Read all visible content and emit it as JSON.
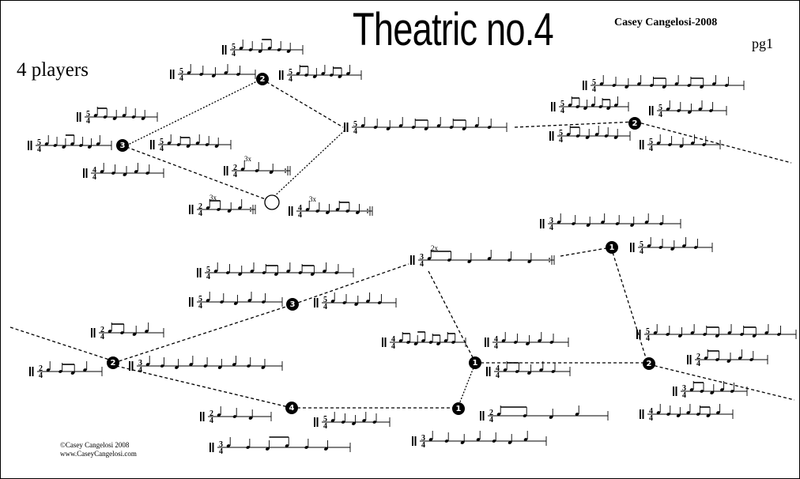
{
  "title": "Theatric no.4",
  "composer": "Casey Cangelosi-2008",
  "page_label": "pg1",
  "players_label": "4 players",
  "copyright": {
    "line1": "©Casey Cangelosi 2008",
    "line2": "www.CaseyCangelosi.com"
  },
  "repeat_marks": [
    "3x",
    "3x",
    "3x",
    "2x"
  ],
  "nodes": [
    {
      "label": "2",
      "filled": true
    },
    {
      "label": "3",
      "filled": true
    },
    {
      "label": "",
      "filled": false
    },
    {
      "label": "2",
      "filled": true
    },
    {
      "label": "1",
      "filled": true
    },
    {
      "label": "3",
      "filled": true
    },
    {
      "label": "2",
      "filled": true
    },
    {
      "label": "1",
      "filled": true
    },
    {
      "label": "2",
      "filled": true
    },
    {
      "label": "4",
      "filled": true
    },
    {
      "label": "1",
      "filled": true
    }
  ],
  "fragments": [
    {
      "time": "5/4",
      "notes": "qqeeqq",
      "end": "single"
    },
    {
      "time": "5/4",
      "notes": "qqqqq",
      "end": "single"
    },
    {
      "time": "5/4",
      "notes": "eeqqeeq",
      "end": "single"
    },
    {
      "time": "5/4",
      "notes": "eeqqqq",
      "end": "single"
    },
    {
      "time": "5/4",
      "notes": "qqeeqqq",
      "end": "single"
    },
    {
      "time": "5/4",
      "notes": "qeeqqq",
      "end": "single"
    },
    {
      "time": "4/4",
      "notes": "qqqqq",
      "end": "single"
    },
    {
      "time": "2/4",
      "notes": "qqq",
      "end": "repeat"
    },
    {
      "time": "2/4",
      "notes": "eeqq",
      "end": "repeat"
    },
    {
      "time": "4/4",
      "notes": "qqqeeq",
      "end": "repeat"
    },
    {
      "time": "5/4",
      "notes": "qqqqeeqeeqq",
      "end": "single"
    },
    {
      "time": "5/4",
      "notes": "qqqqeeqeeqq",
      "end": "single"
    },
    {
      "time": "5/4",
      "notes": "eeqqeeq",
      "end": "single"
    },
    {
      "time": "5/4",
      "notes": "qqqqq",
      "end": "single"
    },
    {
      "time": "5/4",
      "notes": "eeqqqq",
      "end": "single"
    },
    {
      "time": "5/4",
      "notes": "qqqqq",
      "end": "single"
    },
    {
      "time": "3/4",
      "notes": "qqqqqqqq",
      "end": "single"
    },
    {
      "time": "5/4",
      "notes": "qqqqq",
      "end": "single"
    },
    {
      "time": "3/4",
      "notes": "eeqqqq",
      "end": "repeat"
    },
    {
      "time": "5/4",
      "notes": "qqqqeeqeeqq",
      "end": "single"
    },
    {
      "time": "5/4",
      "notes": "qqqqq",
      "end": "single"
    },
    {
      "time": "5/4",
      "notes": "qqqqq",
      "end": "single"
    },
    {
      "time": "2/4",
      "notes": "eeqq",
      "end": "single"
    },
    {
      "time": "2/4",
      "notes": "qeeq",
      "end": "single"
    },
    {
      "time": "3/4",
      "notes": "qqeqqqqqe",
      "end": "single"
    },
    {
      "time": "4/4",
      "notes": "eeeeeeee",
      "end": "single"
    },
    {
      "time": "4/4",
      "notes": "qqqqq",
      "end": "single"
    },
    {
      "time": "4/4",
      "notes": "eeqqe",
      "end": "single"
    },
    {
      "time": "5/4",
      "notes": "qqqqeeqeeqq",
      "end": "single"
    },
    {
      "time": "2/4",
      "notes": "eeeqq",
      "end": "single"
    },
    {
      "time": "3/4",
      "notes": "eeqqq",
      "end": "single"
    },
    {
      "time": "4/4",
      "notes": "qqqqeeq",
      "end": "single"
    },
    {
      "time": "2/4",
      "notes": "qqq",
      "end": "single"
    },
    {
      "time": "5/4",
      "notes": "qqqqq",
      "end": "single"
    },
    {
      "time": "2/4",
      "notes": "eeqq",
      "end": "single"
    },
    {
      "time": "3/4",
      "notes": "qqeeqq",
      "end": "single"
    },
    {
      "time": "3/4",
      "notes": "qqqqeqq",
      "end": "single"
    },
    {
      "time": "3/4",
      "notes": "qqqqqqq",
      "end": "single"
    },
    {
      "time": "3/4",
      "notes": "qqeqqq",
      "end": "single"
    },
    {
      "time": "4/4",
      "notes": "eqqqeq",
      "end": "single"
    },
    {
      "time": "3/4",
      "notes": "qqqqqqq",
      "end": "single"
    }
  ]
}
